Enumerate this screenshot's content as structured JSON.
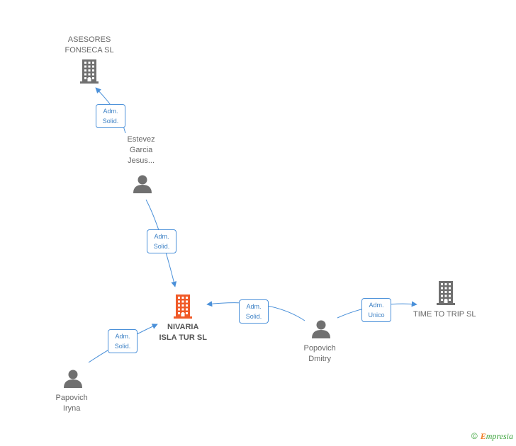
{
  "colors": {
    "edge": "#4a90d9",
    "company": "#707070",
    "center_company": "#f05a28",
    "person": "#707070"
  },
  "nodes": [
    {
      "id": "asesores",
      "kind": "company",
      "lines": [
        "ASESORES",
        "FONSECA SL"
      ]
    },
    {
      "id": "estevez",
      "kind": "person",
      "lines": [
        "Estevez",
        "Garcia",
        "Jesus..."
      ]
    },
    {
      "id": "nivaria",
      "kind": "center_company",
      "lines": [
        "NIVARIA",
        "ISLA TUR SL"
      ]
    },
    {
      "id": "dmitry",
      "kind": "person",
      "lines": [
        "Popovich",
        "Dmitry"
      ]
    },
    {
      "id": "iryna",
      "kind": "person",
      "lines": [
        "Papovich",
        "Iryna"
      ]
    },
    {
      "id": "timetotrip",
      "kind": "company",
      "lines": [
        "TIME TO TRIP  SL"
      ]
    }
  ],
  "edges": [
    {
      "from": "estevez",
      "to": "asesores",
      "label": [
        "Adm.",
        "Solid."
      ]
    },
    {
      "from": "estevez",
      "to": "nivaria",
      "label": [
        "Adm.",
        "Solid."
      ]
    },
    {
      "from": "dmitry",
      "to": "nivaria",
      "label": [
        "Adm.",
        "Solid."
      ]
    },
    {
      "from": "dmitry",
      "to": "timetotrip",
      "label": [
        "Adm.",
        "Unico"
      ]
    },
    {
      "from": "iryna",
      "to": "nivaria",
      "label": [
        "Adm.",
        "Solid."
      ]
    }
  ],
  "brand": {
    "copyright": "©",
    "initial": "E",
    "rest": "mpresia"
  }
}
